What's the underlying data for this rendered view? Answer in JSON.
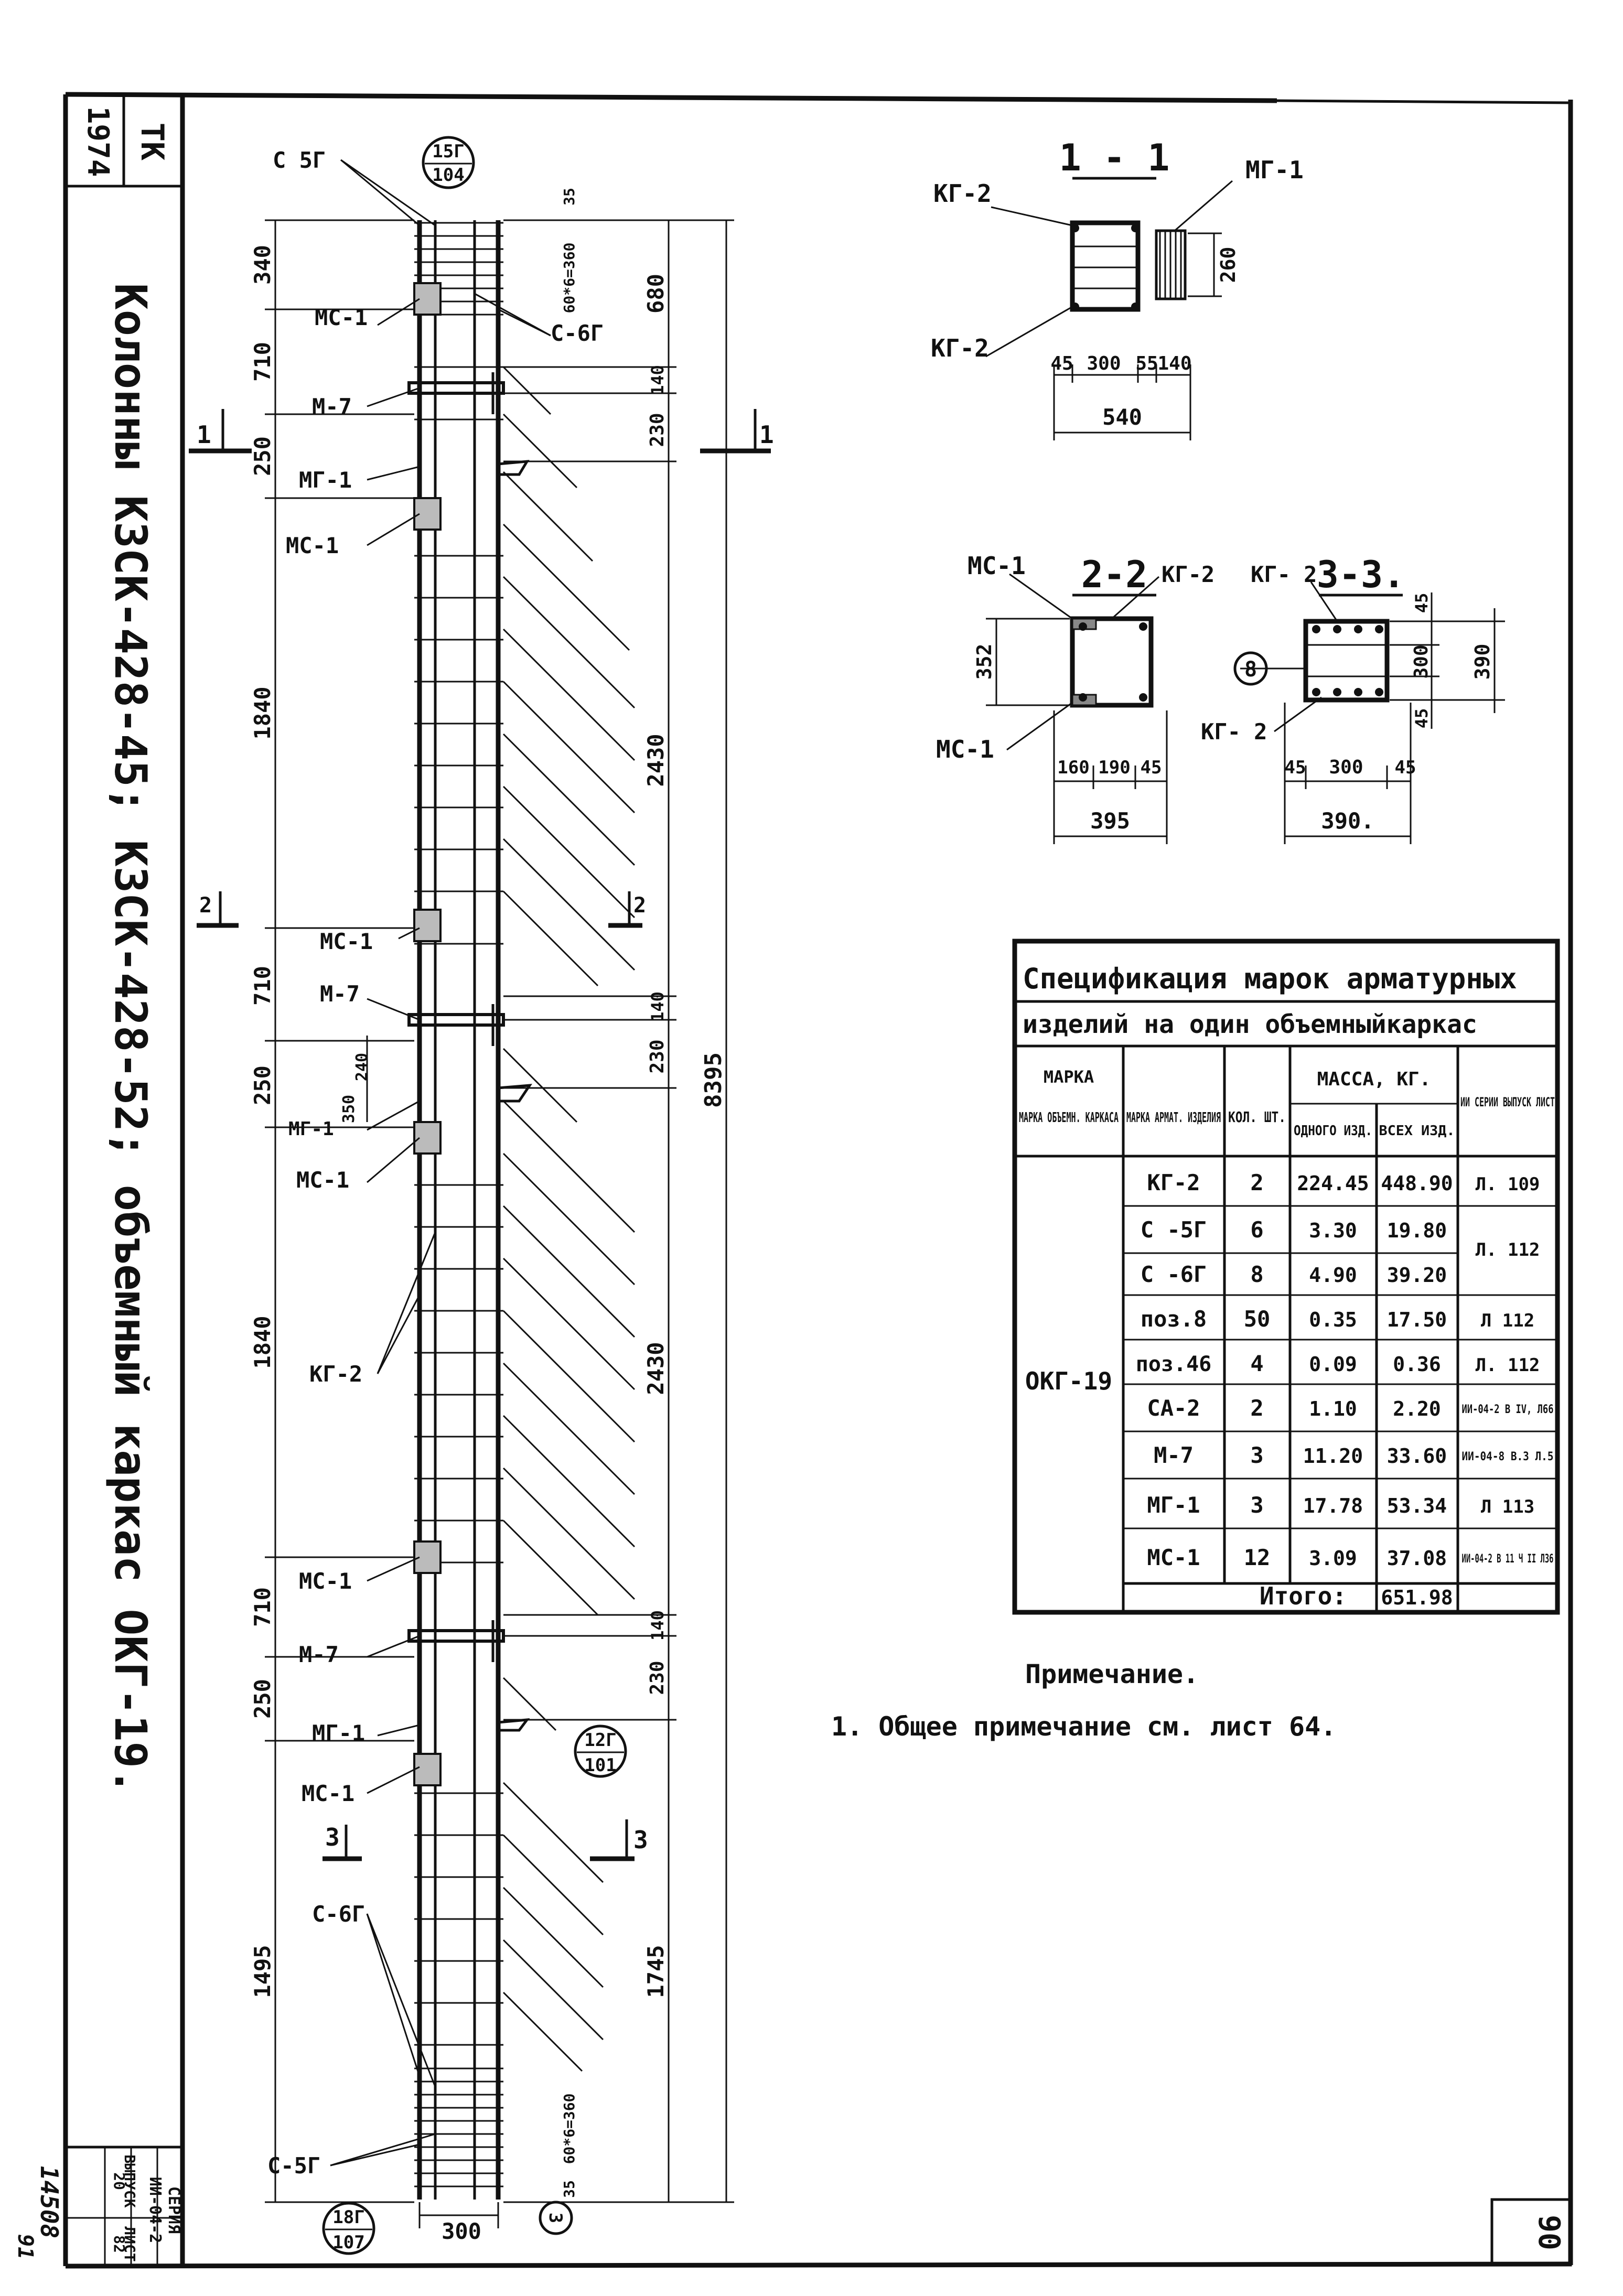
{
  "title_block": {
    "org": "ТК",
    "year": "1974",
    "title": "Колонны К3СК-428-45; К3СК-428-52; объемный каркас ОКГ-19.",
    "series_label": "СЕРИЯ",
    "series_value": "ИИ-04-2",
    "issue_label": "ВЫПУСК",
    "issue_value": "20",
    "sheet_label": "ЛИСТ",
    "sheet_value": "82",
    "inventory": "14508",
    "inventory_2": "91",
    "page_number": "90"
  },
  "elevation": {
    "top_callout": {
      "top": "15Г",
      "bottom": "104"
    },
    "mid_callout": {
      "top": "12Г",
      "bottom": "101"
    },
    "bottom_callout": {
      "top": "18Г",
      "bottom": "107"
    },
    "axis_marker": "3",
    "left_dims": [
      "340",
      "710",
      "250",
      "1840",
      "710",
      "250",
      "1840",
      "710",
      "250",
      "1495"
    ],
    "right_dims": [
      "680",
      "230",
      "140",
      "2430",
      "230",
      "140",
      "2430",
      "230",
      "140",
      "1745"
    ],
    "total_dim": "8395",
    "top_pitch": "60*6=360",
    "top_end": "35",
    "bottom_pitch": "60*6=360",
    "bottom_end": "35",
    "width_dim": "300",
    "local_dims": [
      "240",
      "350"
    ],
    "labels": {
      "c5g_top": "С 5Г",
      "mc1_a": "МС-1",
      "c6g_top": "С-6Г",
      "m7_a": "М-7",
      "mg1_a": "МГ-1",
      "mc1_b": "МС-1",
      "mc1_c": "МС-1",
      "m7_b": "М-7",
      "mg1_b": "МГ-1",
      "mc1_d": "МС-1",
      "kg2": "КГ-2",
      "mc1_e": "МС-1",
      "m7_c": "М-7",
      "mg1_c": "МГ-1",
      "mc1_f": "МС-1",
      "c6g_bot": "С-6Г",
      "c5g_bot": "С-5Г"
    },
    "cuts": {
      "c1": "1",
      "c2": "2",
      "c3": "3"
    }
  },
  "section_1_1": {
    "title": "1 - 1",
    "kg2_top": "КГ-2",
    "kg2_bot": "КГ-2",
    "mg1": "МГ-1",
    "dims_bottom": [
      "45",
      "300",
      "55",
      "140"
    ],
    "total": "540",
    "height": "260"
  },
  "section_2_2": {
    "title": "2-2",
    "mc1_top": "МС-1",
    "kg2": "КГ-2",
    "mc1_bot": "МС-1",
    "dims_bottom": [
      "160",
      "190",
      "45"
    ],
    "total": "395",
    "height": "352"
  },
  "section_3_3": {
    "title": "3-3.",
    "kg2_top": "КГ- 2",
    "kg2_bot": "КГ- 2",
    "marker": "8",
    "dims_bottom": [
      "45",
      "300",
      "45"
    ],
    "total": "390.",
    "dims_right": [
      "45",
      "300",
      "45"
    ],
    "height": "390"
  },
  "spec_table": {
    "title_line1": "Спецификация марок арматурных",
    "title_line2": "изделий на один объемныйкаркас",
    "headers": {
      "frame_mark": "МАРКА ОБЪЕМН. КАРКАСА",
      "item_mark": "МАРКА АРМАТ. ИЗДЕЛИЯ",
      "qty": "КОЛ. ШТ.",
      "mass": "МАССА, КГ.",
      "mass_one": "ОДНОГО ИЗД.",
      "mass_all": "ВСЕХ ИЗД.",
      "series": "ИИ СЕРИИ ВЫПУСК ЛИСТ"
    },
    "frame_mark_value": "ОКГ-19",
    "rows": [
      {
        "mark": "КГ-2",
        "qty": "2",
        "one": "224.45",
        "all": "448.90",
        "ref": "Л. 109"
      },
      {
        "mark": "С -5Г",
        "qty": "6",
        "one": "3.30",
        "all": "19.80",
        "ref": "Л. 112"
      },
      {
        "mark": "С -6Г",
        "qty": "8",
        "one": "4.90",
        "all": "39.20",
        "ref": ""
      },
      {
        "mark": "поз.8",
        "qty": "50",
        "one": "0.35",
        "all": "17.50",
        "ref": "Л 112"
      },
      {
        "mark": "поз.46",
        "qty": "4",
        "one": "0.09",
        "all": "0.36",
        "ref": "Л. 112"
      },
      {
        "mark": "СА-2",
        "qty": "2",
        "one": "1.10",
        "all": "2.20",
        "ref": "ИИ-04-2 В IV, Л66"
      },
      {
        "mark": "М-7",
        "qty": "3",
        "one": "11.20",
        "all": "33.60",
        "ref": "ИИ-04-8 В.3 Л.5"
      },
      {
        "mark": "МГ-1",
        "qty": "3",
        "one": "17.78",
        "all": "53.34",
        "ref": "Л 113"
      },
      {
        "mark": "МС-1",
        "qty": "12",
        "one": "3.09",
        "all": "37.08",
        "ref": "ИИ-04-2 В 11 Ч II Л36"
      }
    ],
    "total_label": "Итого:",
    "total_value": "651.98"
  },
  "note": {
    "title": "Примечание.",
    "text": "1. Общее примечание см. лист 64."
  }
}
